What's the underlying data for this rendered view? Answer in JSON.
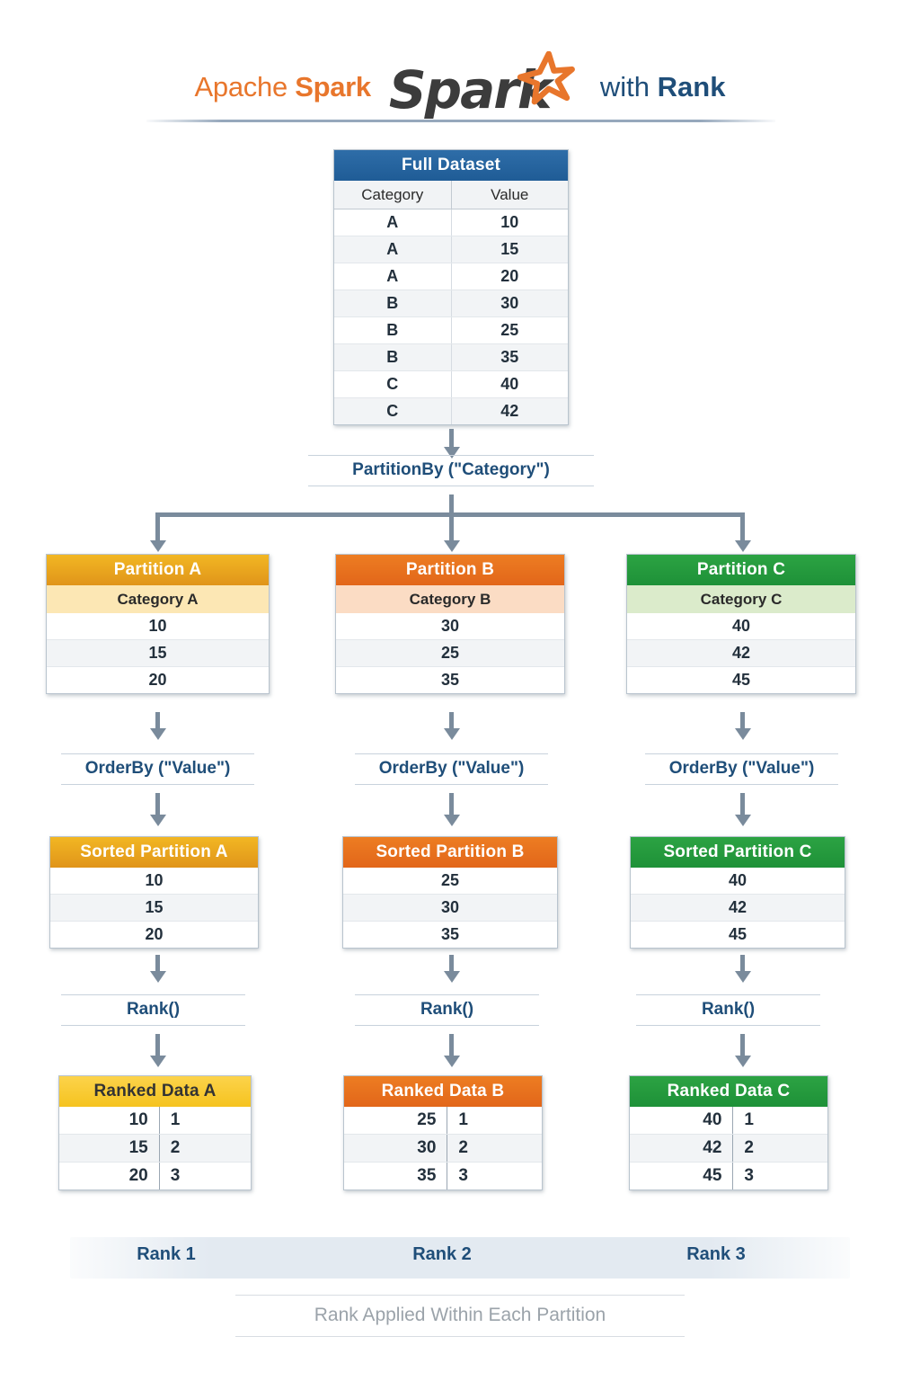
{
  "header": {
    "left_plain": "Apache ",
    "left_bold": "Spark",
    "logo_word": "Spark",
    "logo_icon": "spark-star-icon",
    "right_plain": "with ",
    "right_bold": "Rank"
  },
  "full_dataset": {
    "title": "Full Dataset",
    "columns": [
      "Category",
      "Value"
    ],
    "rows": [
      [
        "A",
        "10"
      ],
      [
        "A",
        "15"
      ],
      [
        "A",
        "20"
      ],
      [
        "B",
        "30"
      ],
      [
        "B",
        "25"
      ],
      [
        "B",
        "35"
      ],
      [
        "C",
        "40"
      ],
      [
        "C",
        "42"
      ]
    ]
  },
  "partition_by_label": {
    "text": "PartitionBy (\"Category\")"
  },
  "partitions": [
    {
      "title": "Partition A",
      "subhead": "Category A",
      "values": [
        "10",
        "15",
        "20"
      ],
      "color": "#E0941A"
    },
    {
      "title": "Partition B",
      "subhead": "Category B",
      "values": [
        "30",
        "25",
        "35"
      ],
      "color": "#E2661A"
    },
    {
      "title": "Partition C",
      "subhead": "Category C",
      "values": [
        "40",
        "42",
        "45"
      ],
      "color": "#1E9138"
    }
  ],
  "orderby_labels": [
    {
      "text": "OrderBy (\"Value\")"
    },
    {
      "text": "OrderBy (\"Value\")"
    },
    {
      "text": "OrderBy (\"Value\")"
    }
  ],
  "sorted_partitions": [
    {
      "title": "Sorted Partition A",
      "values": [
        "10",
        "15",
        "20"
      ]
    },
    {
      "title": "Sorted Partition B",
      "values": [
        "25",
        "30",
        "35"
      ]
    },
    {
      "title": "Sorted Partition C",
      "values": [
        "40",
        "42",
        "45"
      ]
    }
  ],
  "rank_labels": [
    {
      "text": "Rank()"
    },
    {
      "text": "Rank()"
    },
    {
      "text": "Rank()"
    }
  ],
  "ranked_data": [
    {
      "title": "Ranked Data A",
      "rows": [
        [
          "10",
          "1"
        ],
        [
          "15",
          "2"
        ],
        [
          "20",
          "3"
        ]
      ]
    },
    {
      "title": "Ranked Data B",
      "rows": [
        [
          "25",
          "1"
        ],
        [
          "30",
          "2"
        ],
        [
          "35",
          "3"
        ]
      ]
    },
    {
      "title": "Ranked Data C",
      "rows": [
        [
          "40",
          "1"
        ],
        [
          "42",
          "2"
        ],
        [
          "45",
          "3"
        ]
      ]
    }
  ],
  "footer": {
    "ranks": [
      "Rank 1",
      "Rank 2",
      "Rank 3"
    ],
    "note": "Rank Applied Within Each Partition"
  },
  "colors": {
    "spark_orange": "#E8762C",
    "deep_blue": "#1F4E79",
    "header_blue": "#2E6DA8",
    "amber": "#E0941A",
    "orange": "#E2661A",
    "green": "#1E9138",
    "yellow": "#F5C31F",
    "arrow_gray": "#7A8B9C"
  }
}
